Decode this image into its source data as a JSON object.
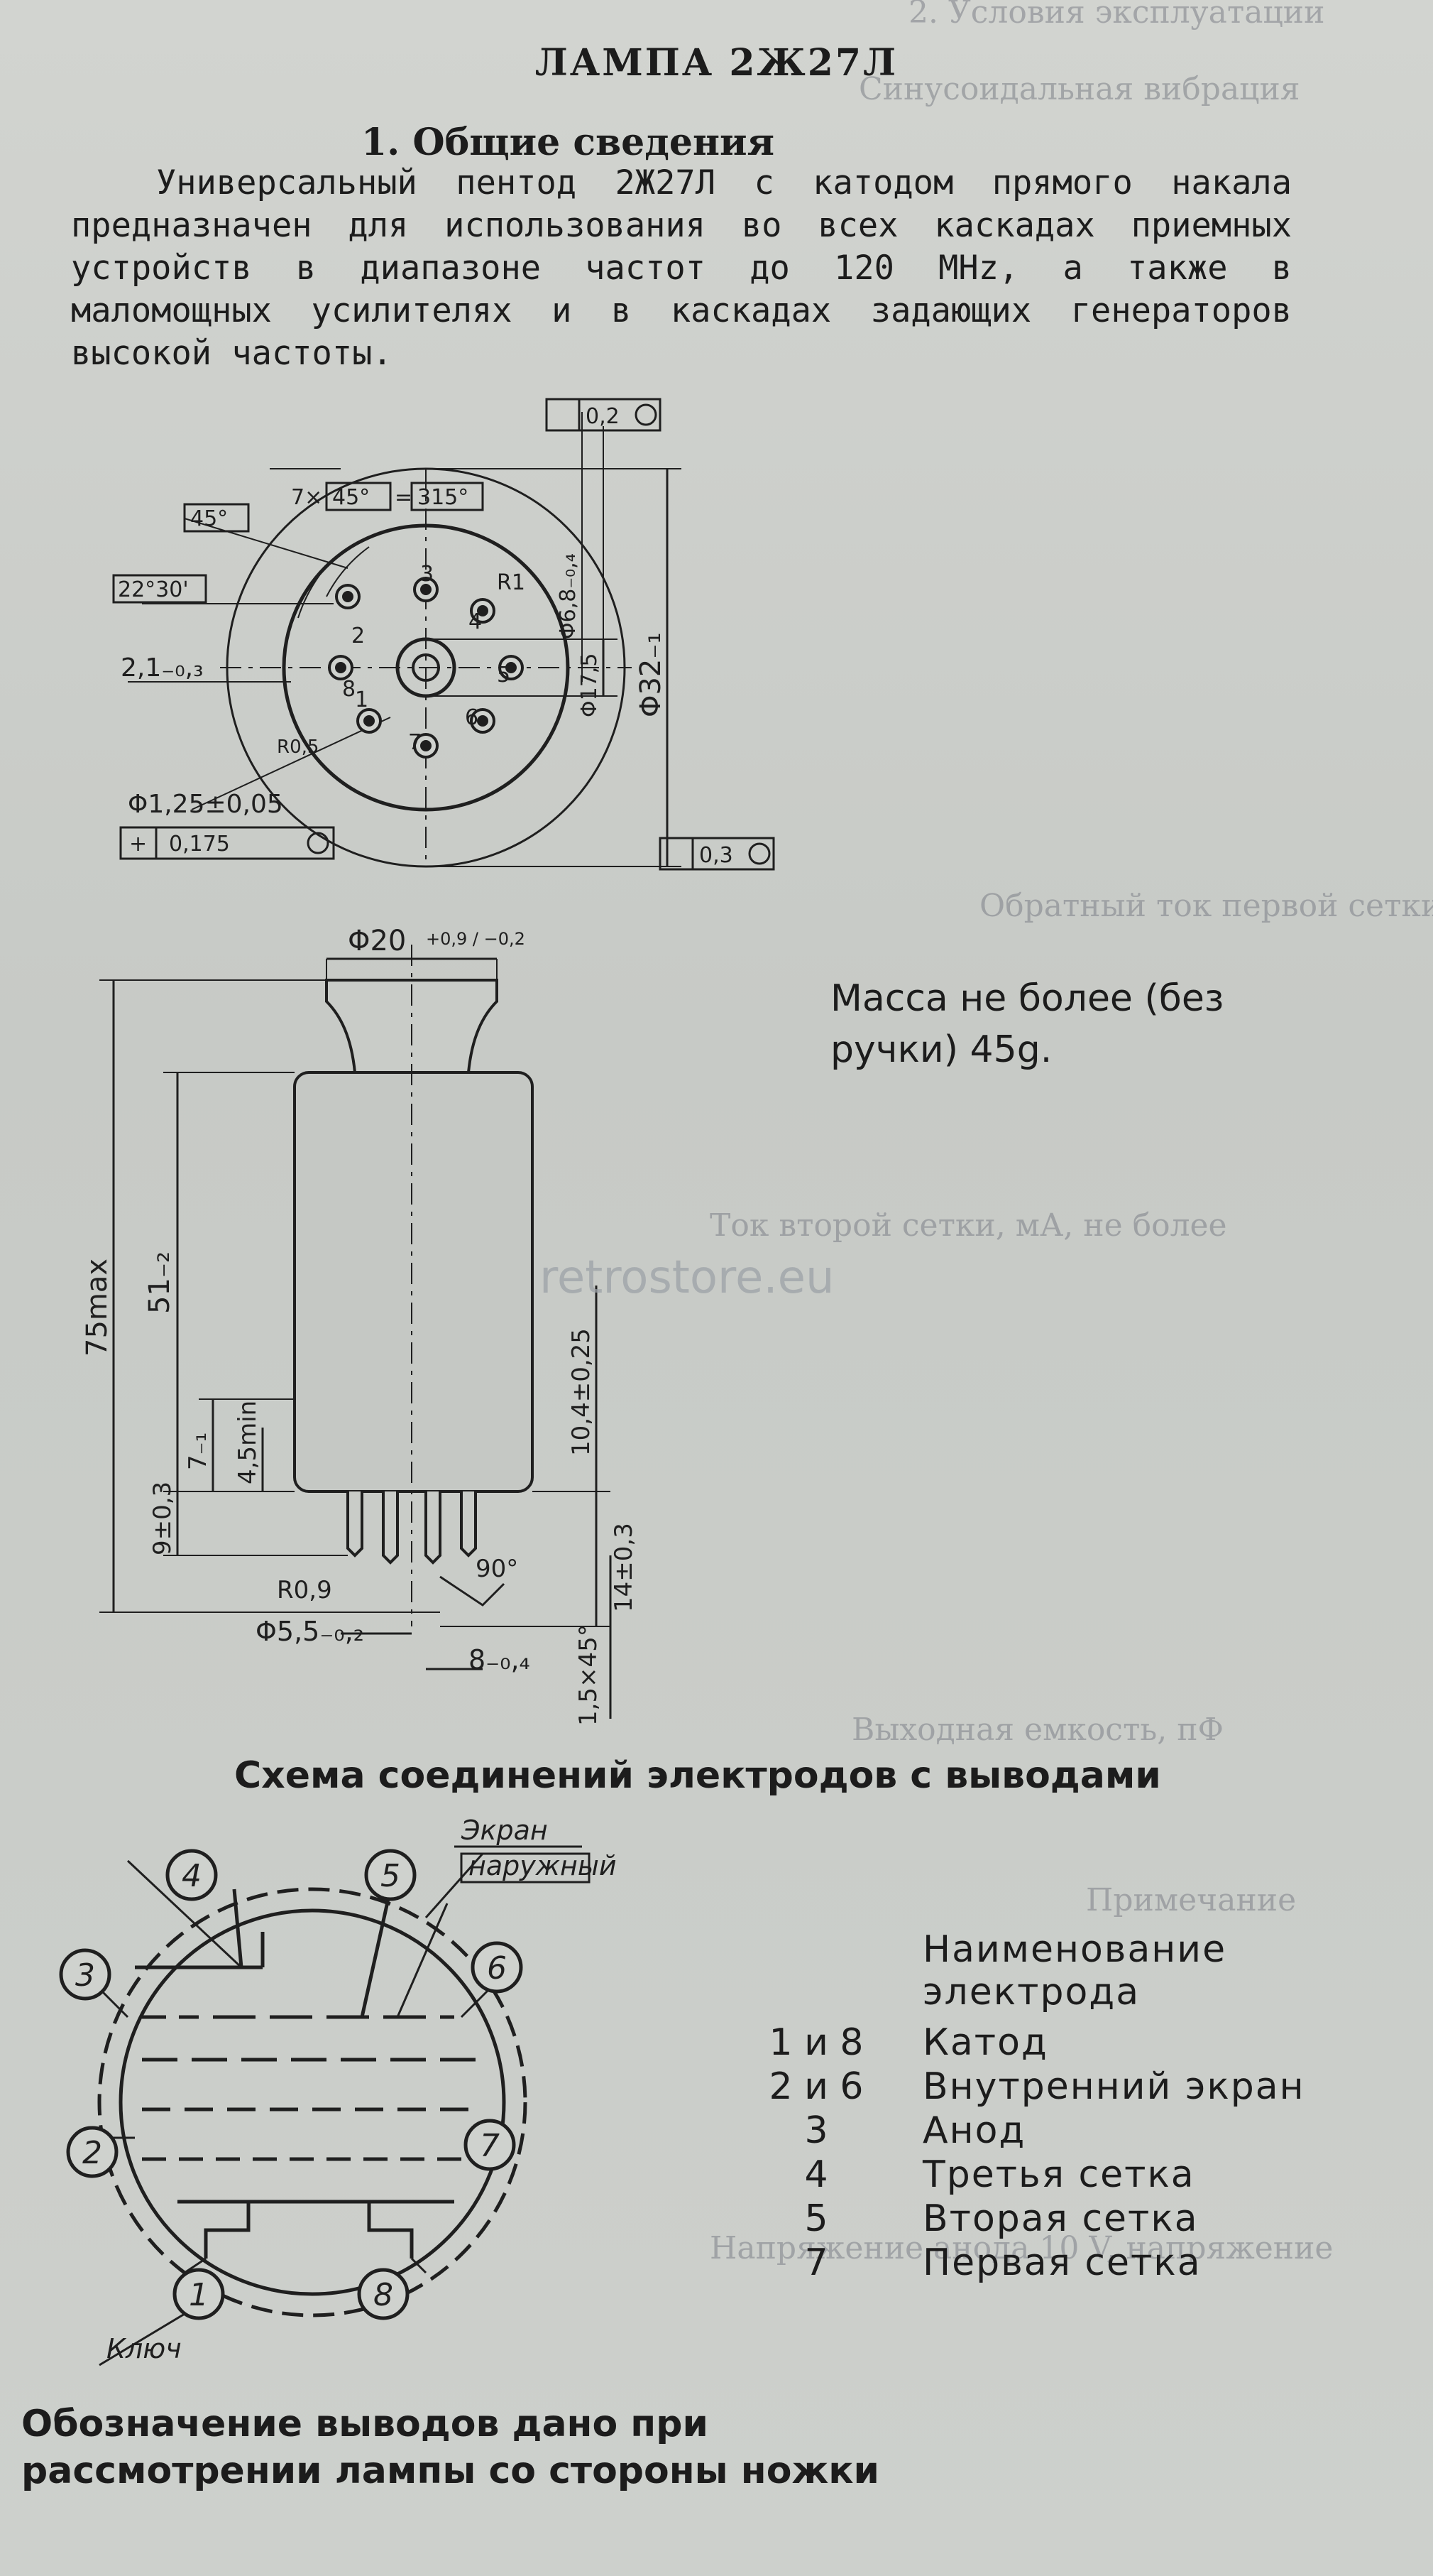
{
  "document": {
    "title": "ЛАМПА 2Ж27Л",
    "section_number": "1",
    "section_title": "Общие сведения",
    "intro_text": "Универсальный пентод 2Ж27Л с катодом прямого накала предназначен для использования во всех каскадах приемных устройств в диапазоне частот до 120 MHz, а также в маломощных усилителях и в каскадах задающих генераторов высокой частоты.",
    "mass_text": "Масса не более (без ручки) 45g.",
    "watermark": "retrostore.eu",
    "scheme_title": "Схема соединений электродов с выводами",
    "footnote_line1": "Обозначение выводов дано при",
    "footnote_line2": "рассмотрении лампы со стороны ножки"
  },
  "top_drawing": {
    "tol_flat_1": "0,2",
    "tol_flat_2": "0,3",
    "dia_outer": "Φ6,8₋₀,₄",
    "dia_mid": "Φ17,5",
    "dia_big": "Φ32₋₁",
    "angle_multi_prefix": "7×",
    "angle_multi": "45°",
    "angle_total": "315°",
    "angle_45": "45°",
    "angle_2230": "22°30'",
    "dim_21": "2,1₋₀,₃",
    "radius_r1": "R1",
    "radius_r05": "R0,5",
    "pin_dia": "Φ1,25±0,05",
    "pos_tol_symbol": "+",
    "pos_tol": "0,175",
    "pins": [
      "1",
      "2",
      "3",
      "4",
      "5",
      "6",
      "7",
      "8"
    ]
  },
  "side_drawing": {
    "dia_top": "Φ20",
    "dia_top_tol": "+0,9 / −0,2",
    "len_75": "75max",
    "len_51": "51₋₂",
    "len_7": "7₋₁",
    "len_45": "4,5min",
    "len_9": "9±0,3",
    "len_104": "10,4±0,25",
    "len_14": "14±0,3",
    "radius_r09": "R0,9",
    "dia_55": "Φ5,5₋₀,₂",
    "len_8": "8₋₀,₄",
    "chamfer": "1,5×45°",
    "angle_90": "90°"
  },
  "scheme": {
    "label_ekran": "Экран",
    "label_naruzhny": "наружный",
    "label_key": "Ключ",
    "pins": [
      "1",
      "2",
      "3",
      "4",
      "5",
      "6",
      "7",
      "8"
    ]
  },
  "legend": {
    "header": "Наименование электрода",
    "rows": [
      {
        "pin": "1 и 8",
        "name": "Катод"
      },
      {
        "pin": "2 и 6",
        "name": "Внутренний экран"
      },
      {
        "pin": "3",
        "name": "Анод"
      },
      {
        "pin": "4",
        "name": "Третья сетка"
      },
      {
        "pin": "5",
        "name": "Вторая сетка"
      },
      {
        "pin": "7",
        "name": "Первая сетка"
      }
    ]
  }
}
